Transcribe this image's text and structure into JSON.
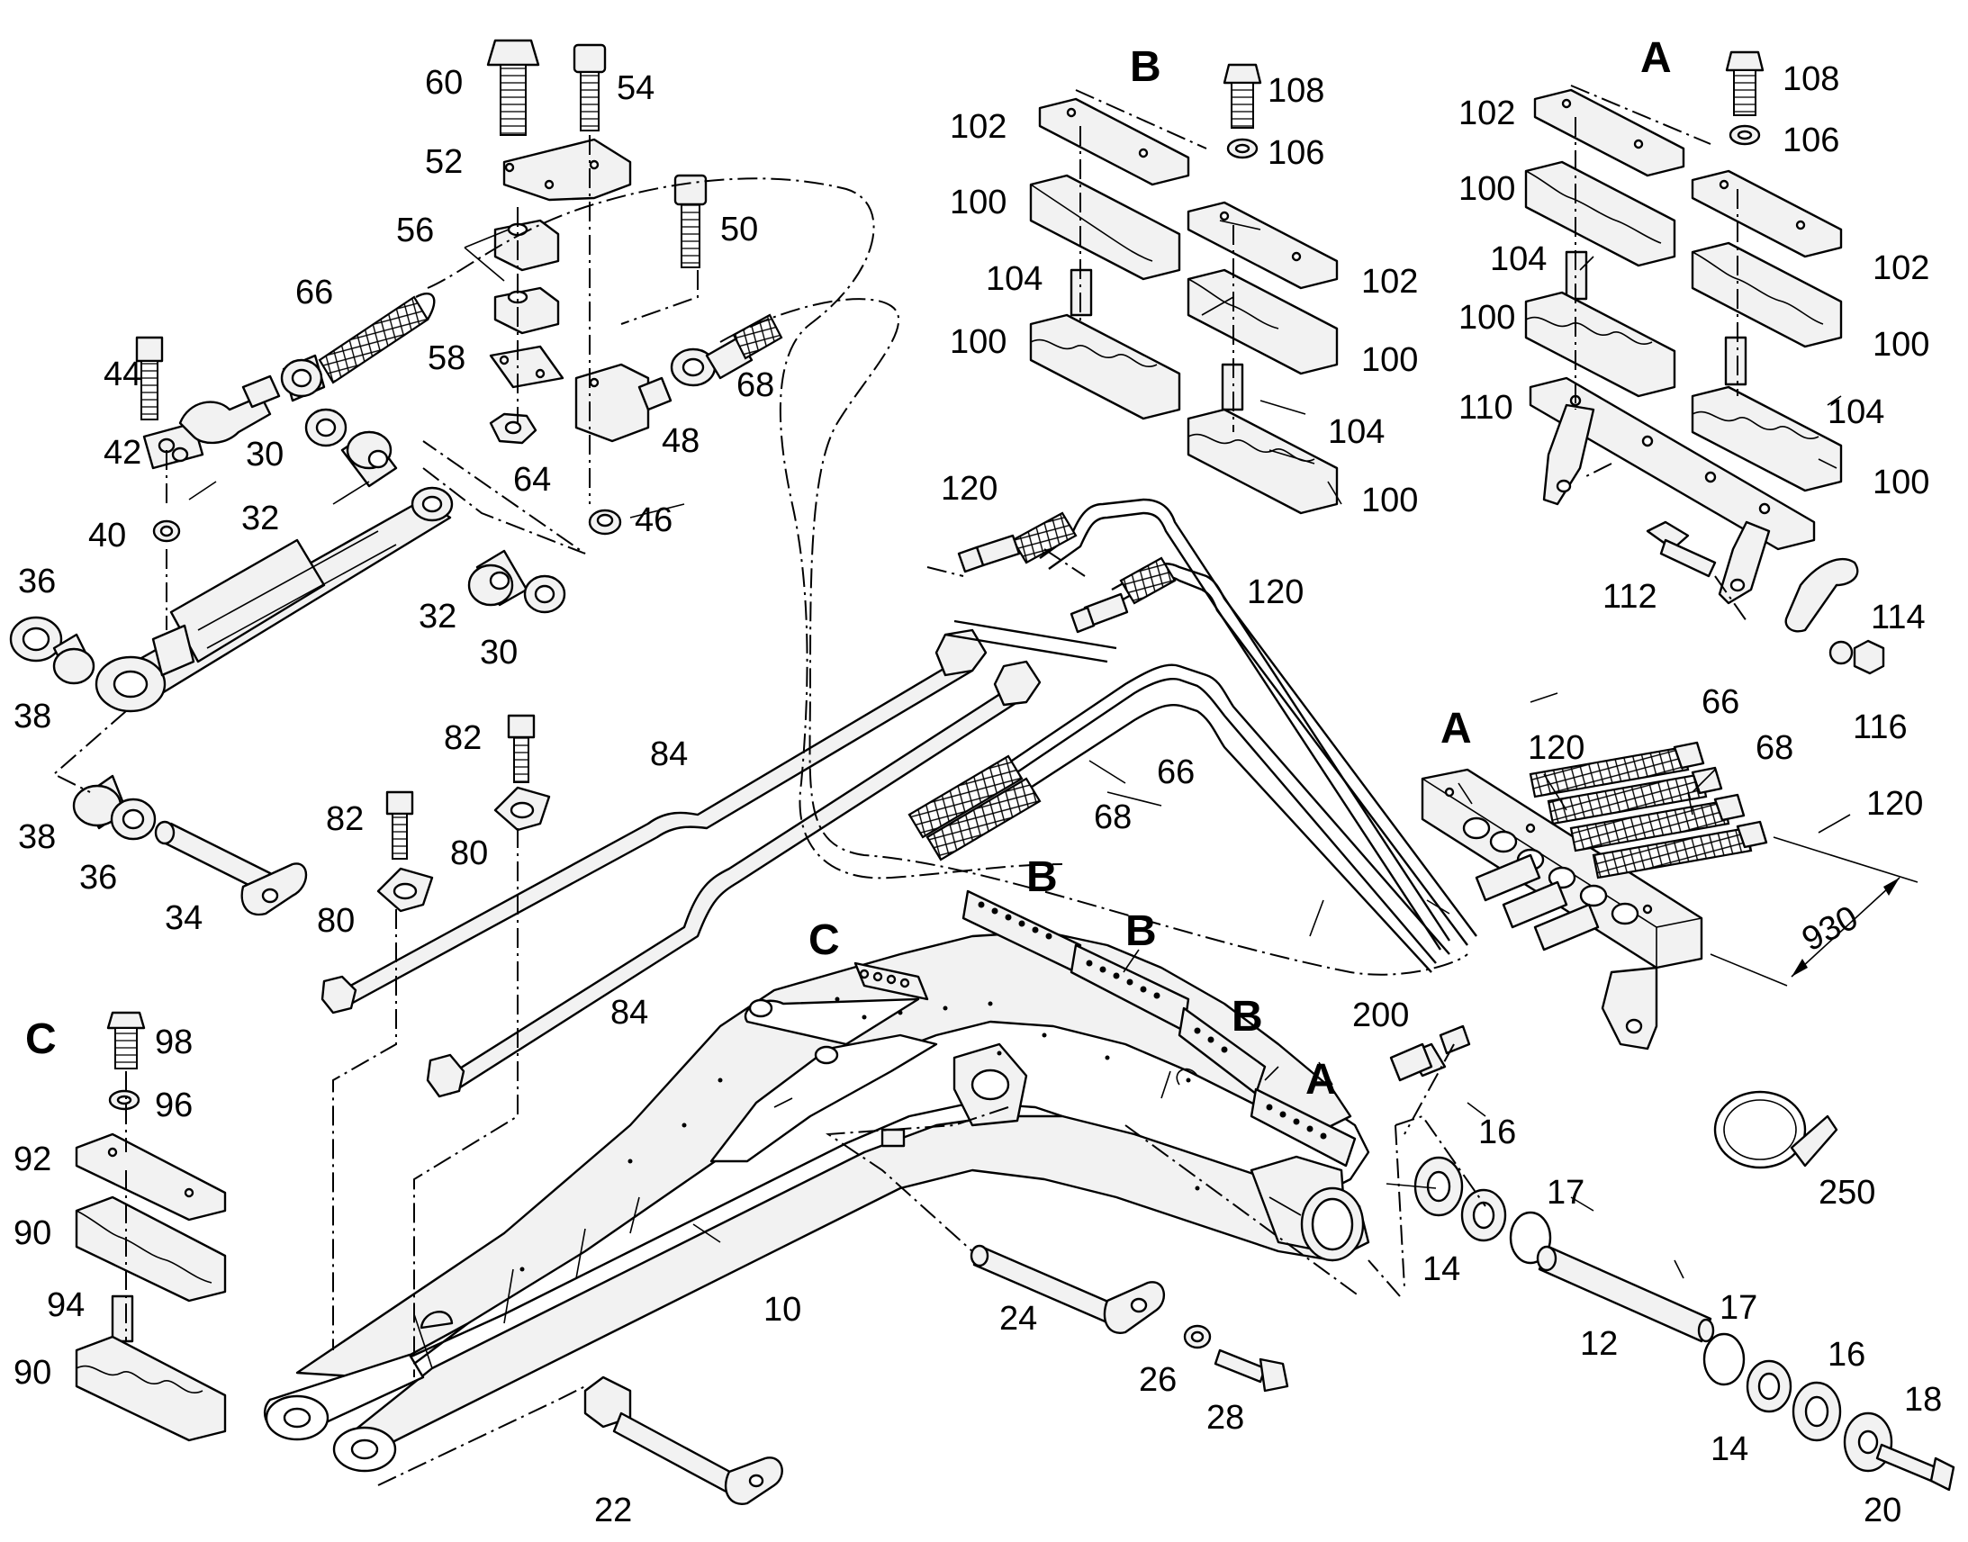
{
  "labels": {
    "l60": "60",
    "l54": "54",
    "l52": "52",
    "l50": "50",
    "l56": "56",
    "l66a": "66",
    "l44": "44",
    "l42": "42",
    "l58": "58",
    "l68a": "68",
    "l30a": "30",
    "l48": "48",
    "l64": "64",
    "l32a": "32",
    "l40": "40",
    "l46": "46",
    "l36a": "36",
    "l38a": "38",
    "l32b": "32",
    "l30b": "30",
    "l82a": "82",
    "l84a": "84",
    "l82b": "82",
    "l80a": "80",
    "l38b": "38",
    "l36b": "36",
    "l34": "34",
    "l80b": "80",
    "l84b": "84",
    "l108a": "108",
    "l106a": "106",
    "l102a": "102",
    "l100a": "100",
    "l104a": "104",
    "l100b": "100",
    "l102b": "102",
    "l100c": "100",
    "l104b": "104",
    "l100d": "100",
    "l108b": "108",
    "l106b": "106",
    "l102c": "102",
    "l100e": "100",
    "l104c": "104",
    "l100f": "100",
    "l102d": "102",
    "l100g": "100",
    "l110": "110",
    "l104d": "104",
    "l100h": "100",
    "l120a": "120",
    "l120b": "120",
    "l66b": "66",
    "l68b": "68",
    "l112": "112",
    "l114": "114",
    "l116": "116",
    "l66c": "66",
    "l120c": "120",
    "l68c": "68",
    "l120d": "120",
    "l930": "930",
    "l200": "200",
    "l16a": "16",
    "l17a": "17",
    "l14a": "14",
    "l250": "250",
    "l10": "10",
    "l24": "24",
    "l12": "12",
    "l17b": "17",
    "l16b": "16",
    "l18": "18",
    "l14b": "14",
    "l26": "26",
    "l28": "28",
    "l22": "22",
    "l20": "20",
    "l98": "98",
    "l96": "96",
    "l92": "92",
    "l90a": "90",
    "l94": "94",
    "l90b": "90"
  },
  "sections": {
    "b_top": "B",
    "a_top": "A",
    "a_mid": "A",
    "c_left": "C",
    "c_boom": "C",
    "b1": "B",
    "b2": "B",
    "b3": "B",
    "a_boom": "A"
  }
}
